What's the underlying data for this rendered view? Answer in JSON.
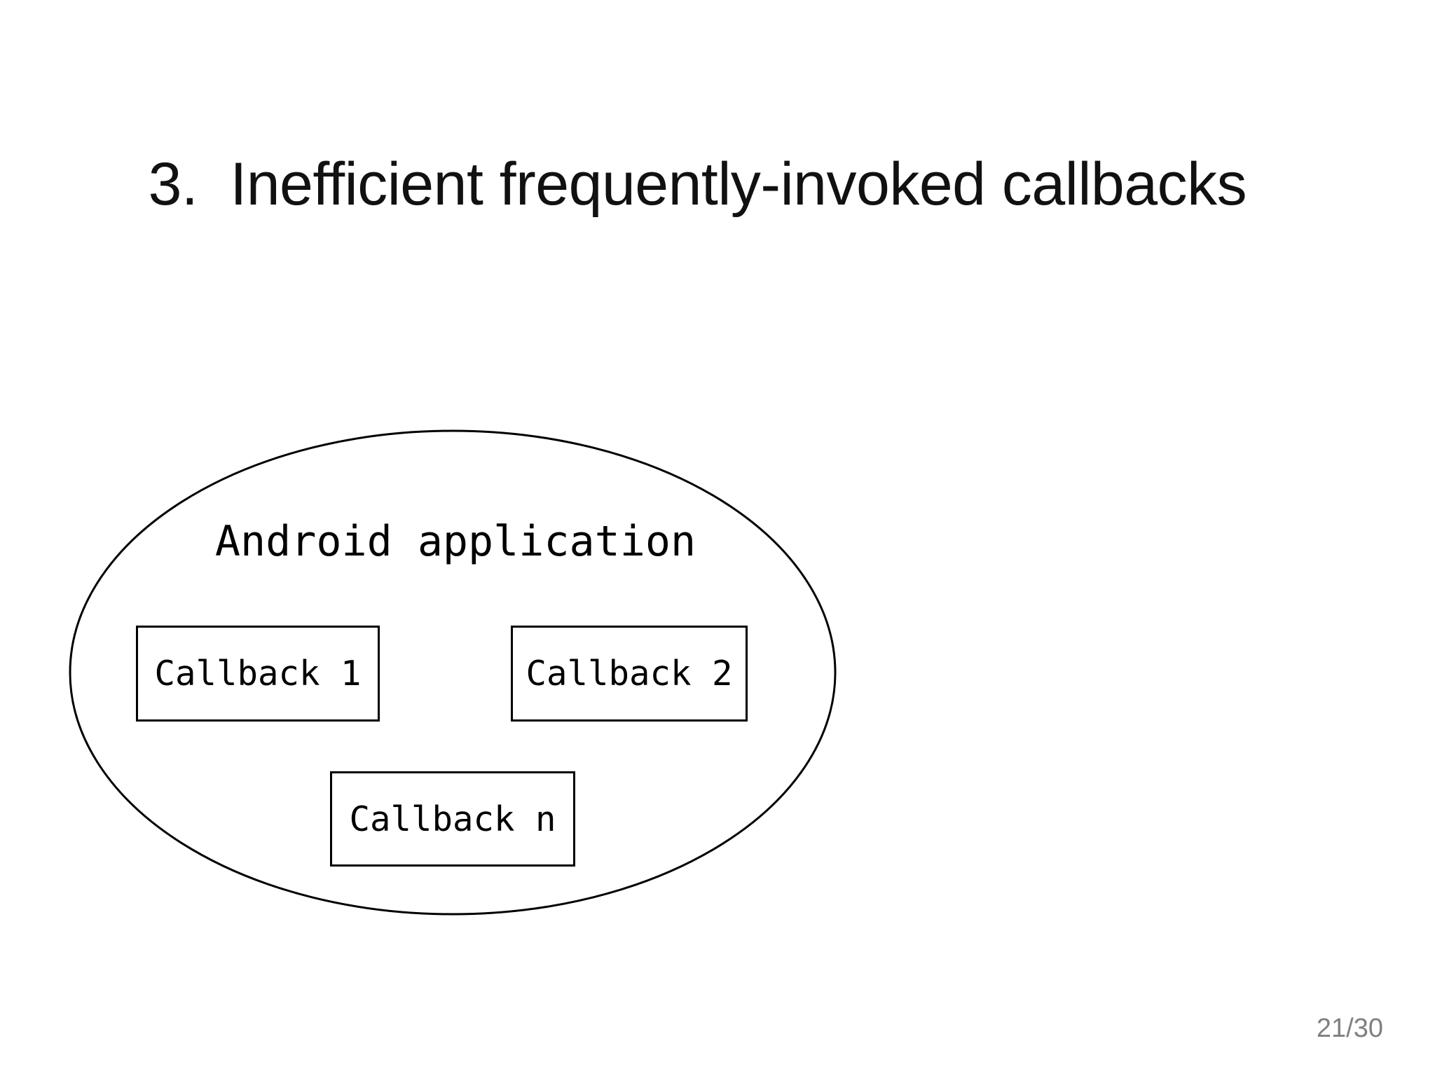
{
  "slide": {
    "background_color": "#ffffff",
    "title": {
      "number": "3.",
      "text": "Inefficient frequently-invoked callbacks",
      "color": "#111111"
    },
    "page_number": "21/30",
    "page_number_color": "#7f7f7f"
  },
  "diagram": {
    "type": "container-with-boxes",
    "container": {
      "shape": "ellipse",
      "label": "Android application",
      "stroke_color": "#000000"
    },
    "boxes": [
      {
        "label": "Callback 1"
      },
      {
        "label": "Callback 2"
      },
      {
        "label": "Callback n"
      }
    ]
  }
}
